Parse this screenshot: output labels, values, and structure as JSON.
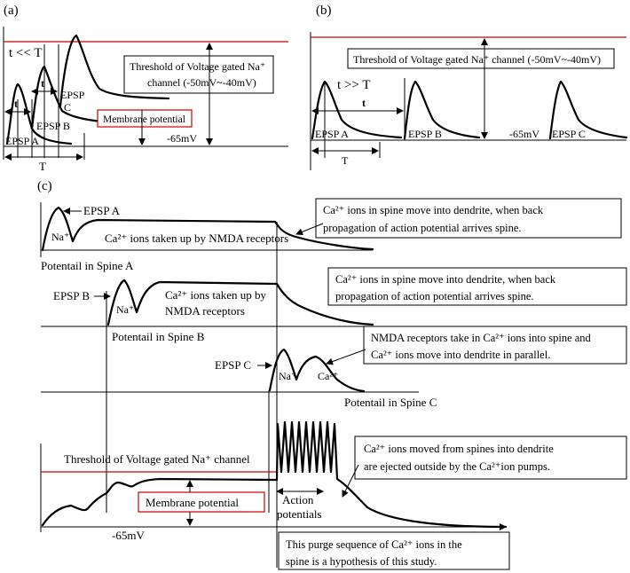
{
  "panel_a": {
    "label": "(a)",
    "t_ll_T": "t << T",
    "t_small": "t",
    "t_small2": "t",
    "T": "T",
    "threshold_l1": "Threshold of Voltage gated Na⁺",
    "threshold_l2": "channel  (-50mV~-40mV)",
    "membrane": "Membrane potential",
    "rest": "-65mV",
    "epsp_a": "EPSP A",
    "epsp_b": "EPSP B",
    "epsp_c1": "EPSP",
    "epsp_c2": "C"
  },
  "panel_b": {
    "label": "(b)",
    "threshold": "Threshold of Voltage gated Na⁺ channel  (-50mV~-40mV)",
    "t_gg_T": "t  >> T",
    "t": "t",
    "T": "T",
    "epsp_a": "EPSP A",
    "epsp_b": "EPSP B",
    "rest": "-65mV",
    "epsp_c": "EPSP C"
  },
  "panel_c": {
    "label": "(c)",
    "epsp_a": "EPSP A",
    "na_a": "Na⁺",
    "ca_uptake_a": "Ca²⁺ ions taken up by NMDA receptors",
    "note_a_l1": "Ca²⁺ ions in spine move into dendrite, when back",
    "note_a_l2": "propagation of action potential arrives spine.",
    "spine_a": "Potentail in Spine  A",
    "epsp_b": "EPSP B",
    "na_b": "Na⁺",
    "ca_uptake_b_l1": "Ca²⁺ ions taken up by",
    "ca_uptake_b_l2": "NMDA receptors",
    "note_b_l1": "Ca²⁺ ions in spine move into dendrite, when back",
    "note_b_l2": "propagation of action potential arrives spine.",
    "spine_b": "Potentail in Spine B",
    "note_c_l1": "NMDA receptors take in Ca²⁺ ions into spine and",
    "note_c_l2": "Ca²⁺ ions move into dendrite in parallel.",
    "epsp_c": "EPSP C",
    "na_c": "Na⁺",
    "ca_c": "Ca²⁺",
    "spine_c": "Potentail in Spine C",
    "threshold": "Threshold of Voltage gated Na⁺ channel",
    "membrane": "Membrane  potential",
    "rest": "-65mV",
    "action_l1": "Action",
    "action_l2": "potentials",
    "pump_l1": "Ca²⁺ ions moved from spines into dendrite",
    "pump_l2": "are ejected outside by  the Ca²⁺ion pumps.",
    "hyp_l1": "This purge sequence of Ca²⁺ ions in the",
    "hyp_l2": "spine is a hypothesis of this study."
  },
  "colors": {
    "threshold": "#d00000",
    "line": "#000000"
  }
}
